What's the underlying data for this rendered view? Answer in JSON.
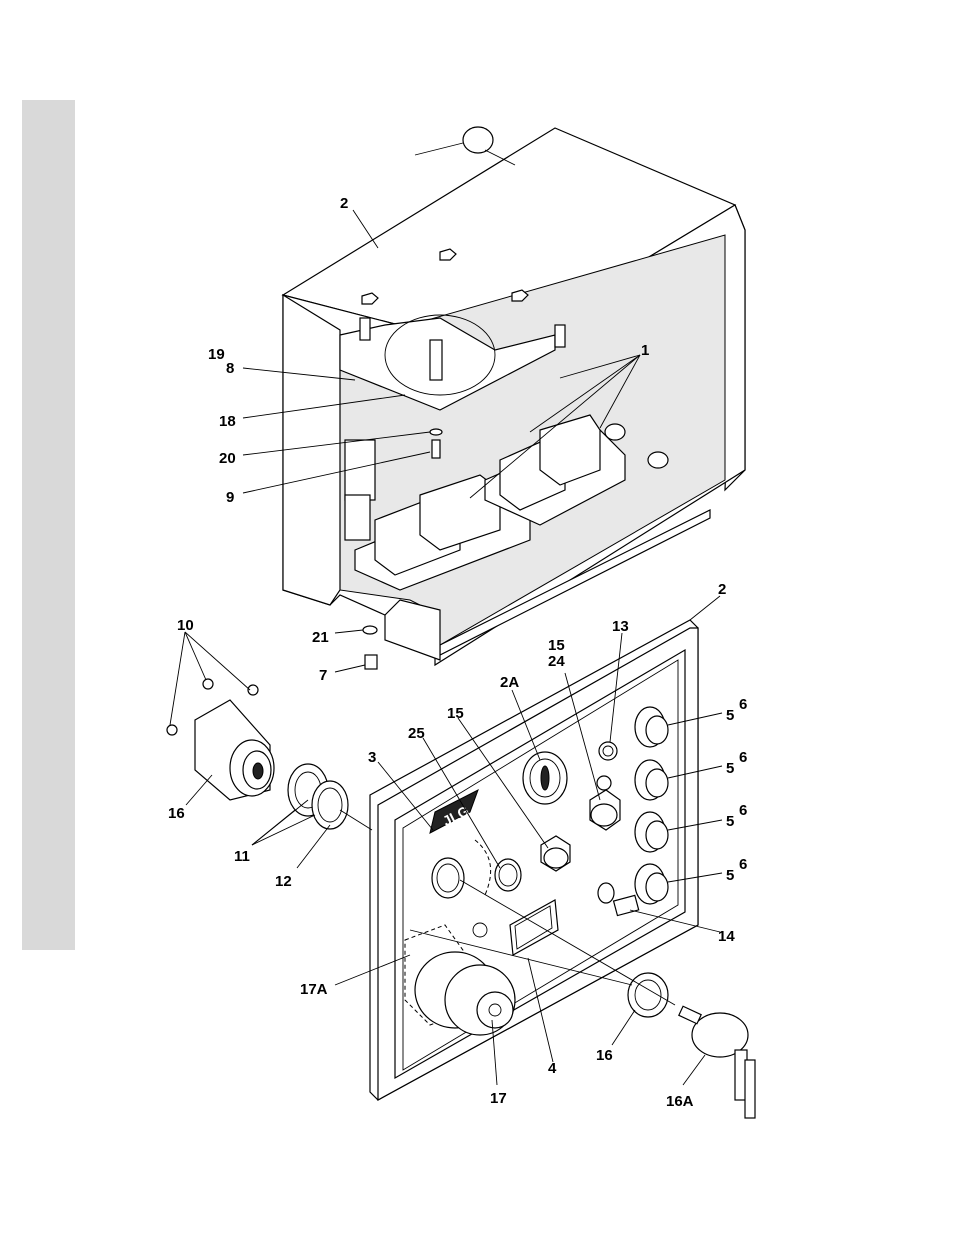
{
  "diagram": {
    "callouts": [
      {
        "id": "c2-top",
        "text": "2"
      },
      {
        "id": "c1",
        "text": "1"
      },
      {
        "id": "c19",
        "text": "19"
      },
      {
        "id": "c8",
        "text": "8"
      },
      {
        "id": "c18",
        "text": "18"
      },
      {
        "id": "c20",
        "text": "20"
      },
      {
        "id": "c9",
        "text": "9"
      },
      {
        "id": "c10",
        "text": "10"
      },
      {
        "id": "c21",
        "text": "21"
      },
      {
        "id": "c7",
        "text": "7"
      },
      {
        "id": "c2-panel",
        "text": "2"
      },
      {
        "id": "c13",
        "text": "13"
      },
      {
        "id": "c15a",
        "text": "15"
      },
      {
        "id": "c24",
        "text": "24"
      },
      {
        "id": "c2A",
        "text": "2A"
      },
      {
        "id": "c15b",
        "text": "15"
      },
      {
        "id": "c25",
        "text": "25"
      },
      {
        "id": "c3",
        "text": "3"
      },
      {
        "id": "c5a",
        "text": "5"
      },
      {
        "id": "c6a",
        "text": "6"
      },
      {
        "id": "c5b",
        "text": "5"
      },
      {
        "id": "c6b",
        "text": "6"
      },
      {
        "id": "c5c",
        "text": "5"
      },
      {
        "id": "c6c",
        "text": "6"
      },
      {
        "id": "c5d",
        "text": "5"
      },
      {
        "id": "c6d",
        "text": "6"
      },
      {
        "id": "c16a",
        "text": "16"
      },
      {
        "id": "c11",
        "text": "11"
      },
      {
        "id": "c12",
        "text": "12"
      },
      {
        "id": "c14",
        "text": "14"
      },
      {
        "id": "c17A",
        "text": "17A"
      },
      {
        "id": "c4",
        "text": "4"
      },
      {
        "id": "c16b",
        "text": "16"
      },
      {
        "id": "c17",
        "text": "17"
      },
      {
        "id": "c16A",
        "text": "16A"
      }
    ],
    "logo_text": "JLG"
  }
}
